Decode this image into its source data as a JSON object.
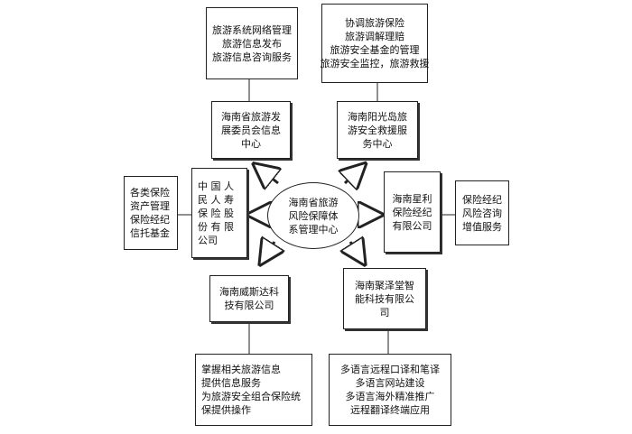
{
  "center": {
    "lines": [
      "海南省旅游",
      "风险保障体",
      "系管理中心"
    ]
  },
  "top_left_info": {
    "lines": [
      "旅游系统网络管理",
      "旅游信息发布",
      "旅游信息咨询服务"
    ]
  },
  "top_right_info": {
    "lines": [
      "协调旅游保险",
      "旅游调解理赔",
      "旅游安全基金的管理",
      "旅游安全监控，旅游救援"
    ]
  },
  "node_dev_committee": {
    "lines": [
      "海南省旅游发",
      "展委员会信息",
      "中心"
    ]
  },
  "node_rescue": {
    "lines": [
      "海南阳光岛旅",
      "游安全救援服",
      "务中心"
    ]
  },
  "node_insurance_co": {
    "lines": [
      "中 国 人",
      "民 人 寿",
      "保 险 股",
      "份 有 限",
      "公司"
    ]
  },
  "far_left_info": {
    "lines": [
      "各类保险",
      "资产管理",
      "保险经纪",
      "信托基金"
    ]
  },
  "node_broker": {
    "lines": [
      "海南星利",
      "保险经纪",
      "有限公司"
    ]
  },
  "far_right_info": {
    "lines": [
      "保险经纪",
      "风险咨询",
      "增值服务"
    ]
  },
  "node_weisida": {
    "lines": [
      "海南威斯达科",
      "技有限公司"
    ]
  },
  "node_juzetang": {
    "lines": [
      "海南聚泽堂智",
      "能科技有限公",
      "司"
    ]
  },
  "bottom_left_info": {
    "lines": [
      "掌握相关旅游信息",
      "提供信息服务",
      "为旅游安全组合保险统",
      "保提供操作"
    ]
  },
  "bottom_right_info": {
    "lines": [
      "多语言远程口译和笔译",
      "多语言网站建设",
      "多语言海外精准推广",
      "远程翻译终端应用"
    ]
  }
}
